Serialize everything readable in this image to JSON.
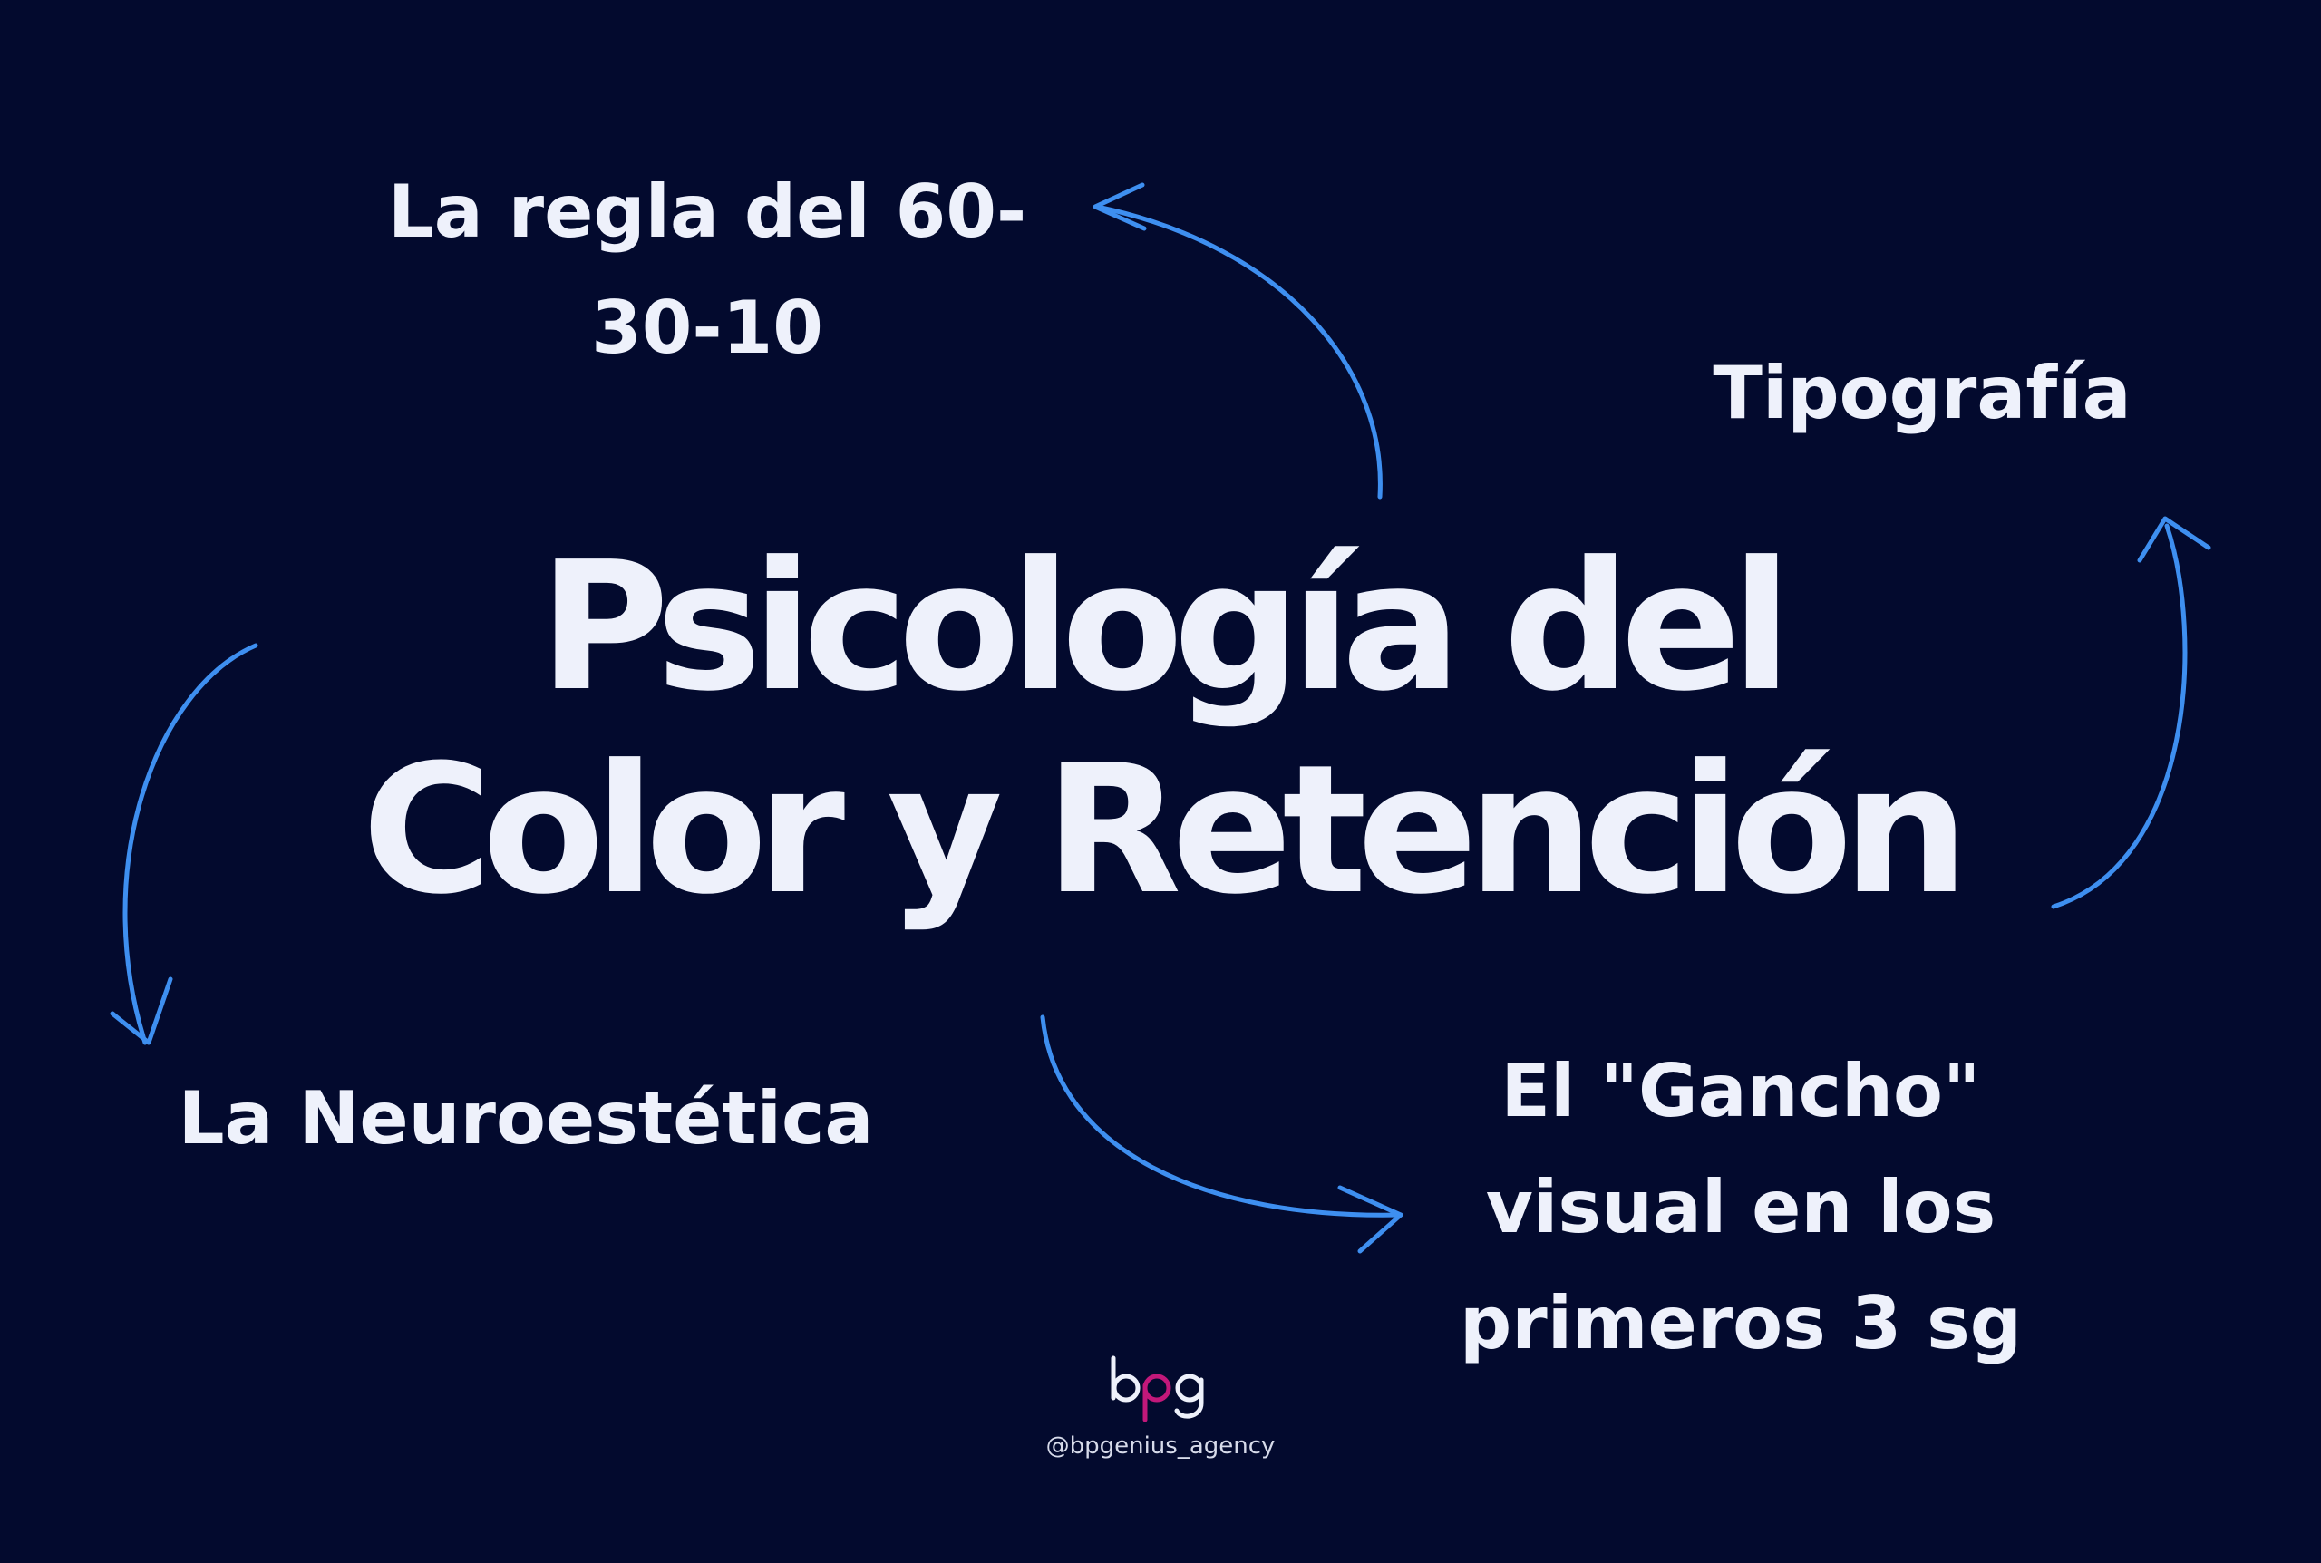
{
  "title": {
    "line1": "Psicología del",
    "line2": "Color y Retención"
  },
  "nodes": {
    "rule": "La regla del 60-\n30-10",
    "typography": "Tipografía",
    "neuro": "La Neuroestética",
    "hook": "El \"Gancho\"\nvisual en los\nprimeros 3 sg"
  },
  "brand": {
    "handle": "@bpgenius_agency",
    "logo_icon": "bpg-logo-icon"
  },
  "colors": {
    "background": "#030a2e",
    "text": "#eef1fb",
    "arrow": "#3e8ff0",
    "logo_accent": "#c2187a"
  }
}
